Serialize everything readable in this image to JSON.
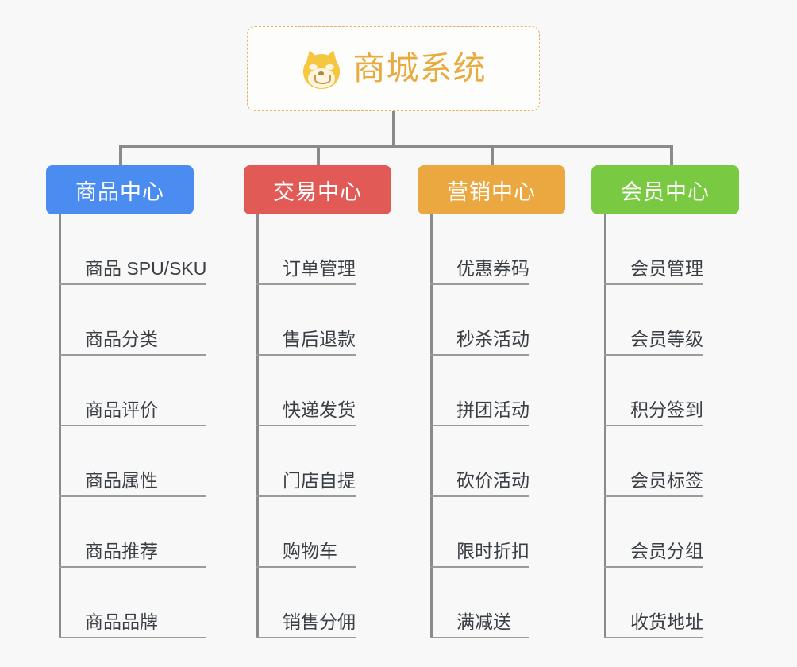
{
  "page": {
    "background_color": "#f8f8f8",
    "title": "商城系统"
  },
  "root": {
    "label": "商城系统",
    "icon": "shiba-inu-emoji",
    "text_color": "#e8ab3f",
    "border_color": "#e6b45c",
    "background_color": "#fdfdfc"
  },
  "connector": {
    "color": "#8a8a8a"
  },
  "branches": [
    {
      "id": "product-center",
      "label": "商品中心",
      "color": "#4a8cf0",
      "items": [
        {
          "label": "商品 SPU/SKU"
        },
        {
          "label": "商品分类"
        },
        {
          "label": "商品评价"
        },
        {
          "label": "商品属性"
        },
        {
          "label": "商品推荐"
        },
        {
          "label": "商品品牌"
        }
      ]
    },
    {
      "id": "trade-center",
      "label": "交易中心",
      "color": "#e25a56",
      "items": [
        {
          "label": "订单管理"
        },
        {
          "label": "售后退款"
        },
        {
          "label": "快递发货"
        },
        {
          "label": "门店自提"
        },
        {
          "label": "购物车"
        },
        {
          "label": "销售分佣"
        }
      ]
    },
    {
      "id": "marketing-center",
      "label": "营销中心",
      "color": "#eca840",
      "items": [
        {
          "label": "优惠券码"
        },
        {
          "label": "秒杀活动"
        },
        {
          "label": "拼团活动"
        },
        {
          "label": "砍价活动"
        },
        {
          "label": "限时折扣"
        },
        {
          "label": "满减送"
        }
      ]
    },
    {
      "id": "member-center",
      "label": "会员中心",
      "color": "#7ac943",
      "items": [
        {
          "label": "会员管理"
        },
        {
          "label": "会员等级"
        },
        {
          "label": "积分签到"
        },
        {
          "label": "会员标签"
        },
        {
          "label": "会员分组"
        },
        {
          "label": "收货地址"
        }
      ]
    }
  ]
}
